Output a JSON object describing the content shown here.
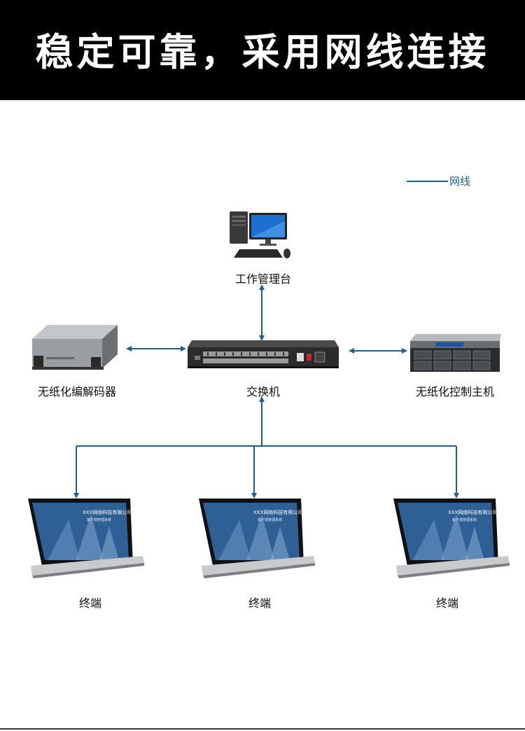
{
  "banner": {
    "title": "稳定可靠，采用网线连接"
  },
  "legend": {
    "label": "网线",
    "color": "#1f5f8b"
  },
  "nodes": {
    "workstation": {
      "label": "工作管理台"
    },
    "switch": {
      "label": "交换机"
    },
    "encoder": {
      "label": "无纸化编解码器"
    },
    "controller": {
      "label": "无纸化控制主机"
    },
    "terminals": [
      {
        "label": "终端",
        "screen_title": "XXX网络科技有限公司",
        "screen_sub": "客户端管理系统"
      },
      {
        "label": "终端",
        "screen_title": "XXX网络科技有限公司",
        "screen_sub": "客户端管理系统"
      },
      {
        "label": "终端",
        "screen_title": "XXX网络科技有限公司",
        "screen_sub": "客户端管理系统"
      }
    ]
  }
}
